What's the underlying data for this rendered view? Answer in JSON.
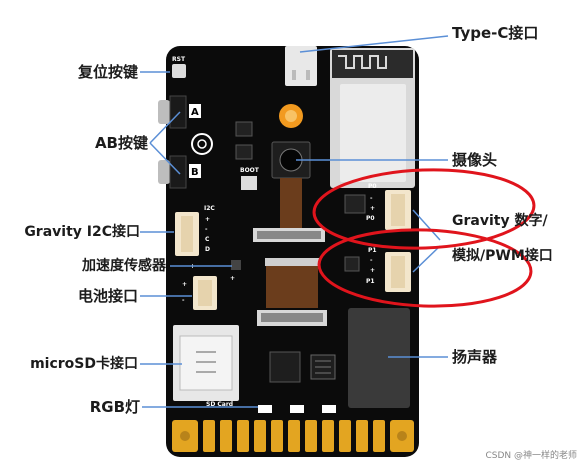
{
  "labels": {
    "reset": "复位按键",
    "ab": "AB按键",
    "gravity_i2c": "Gravity I2C接口",
    "accel": "加速度传感器",
    "battery": "电池接口",
    "microsd": "microSD卡接口",
    "rgb": "RGB灯",
    "type_c": "Type-C接口",
    "camera": "摄像头",
    "gravity_digital_line1": "Gravity 数字/",
    "gravity_digital_line2": "模拟/PWM接口",
    "speaker": "扬声器"
  },
  "silkscreen": {
    "rst": "RST",
    "a": "A",
    "b": "B",
    "boot": "BOOT",
    "i2c": "I2C",
    "p0": "P0",
    "p1": "P1",
    "sd_card": "SD Card",
    "i2c_pins": [
      "+",
      "-",
      "C",
      "D"
    ],
    "p0_pins": [
      "-",
      "+",
      "P0"
    ],
    "p1_pins": [
      "-",
      "+",
      "P1"
    ],
    "bat_pins": [
      "+",
      "-"
    ]
  },
  "watermark": "CSDN @神一样的老师",
  "colors": {
    "board": "#0b0b0b",
    "connector": "#f3e6cc",
    "gold": "#e3a521",
    "callout_line": "#5b8fd6",
    "highlight": "#e0141c",
    "lens_orange": "#f29a1f"
  }
}
